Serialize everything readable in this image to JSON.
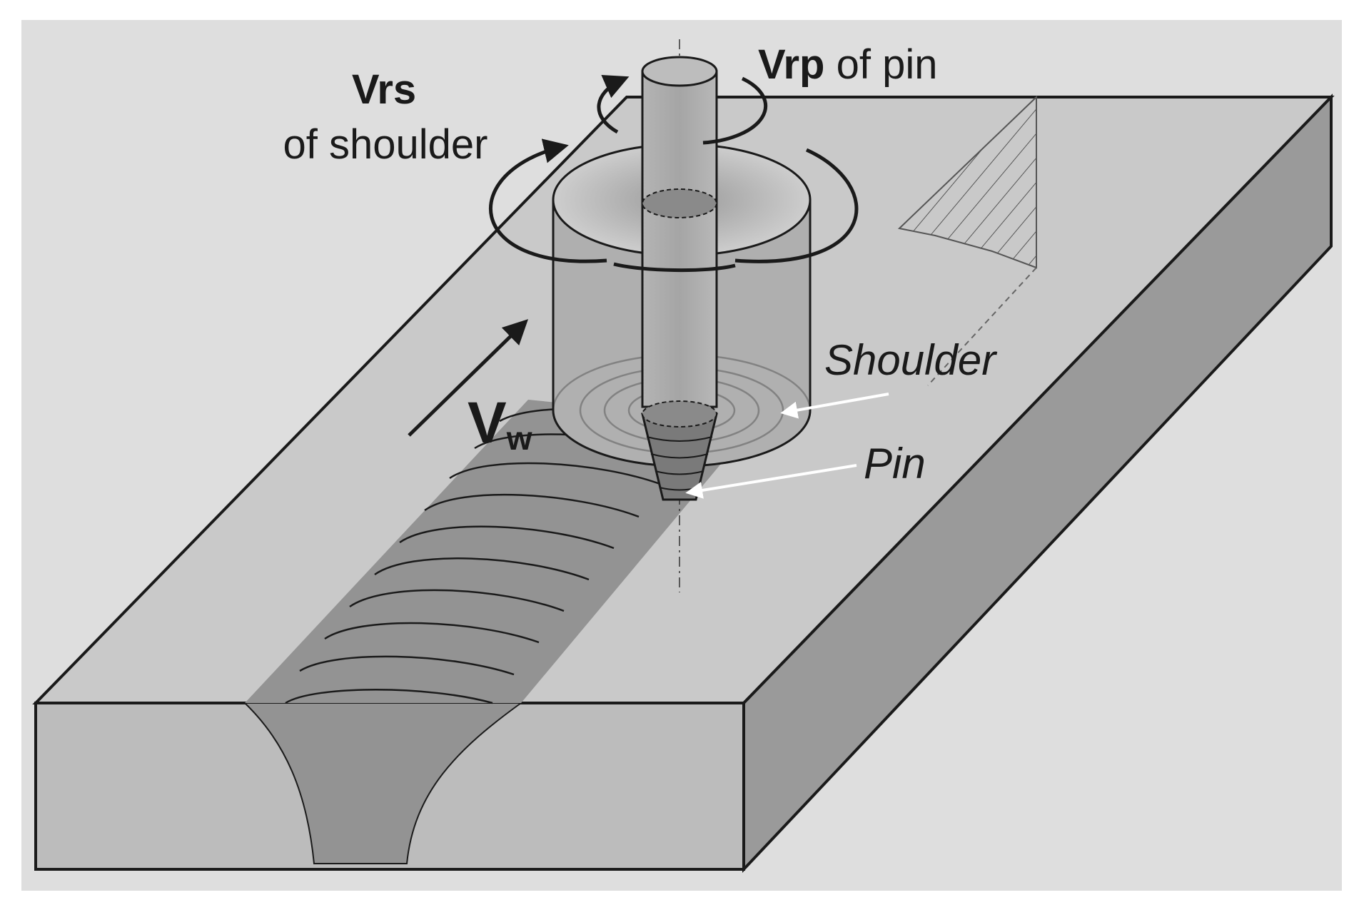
{
  "labels": {
    "vrs_symbol": "Vrs",
    "vrs_text": "of shoulder",
    "vrp_symbol": "Vrp",
    "vrp_text": " of pin",
    "vw_main": "V",
    "vw_sub": "w",
    "shoulder": "Shoulder",
    "pin": "Pin"
  },
  "colors": {
    "background_panel": "#dedede",
    "plate_top": "#c9c9c9",
    "plate_front": "#bcbcbc",
    "plate_side": "#9a9a9a",
    "weld_zone": "#939393",
    "tool": "#9f9f9f",
    "outline": "#1a1a1a",
    "pointer_arrow": "#ffffff"
  }
}
